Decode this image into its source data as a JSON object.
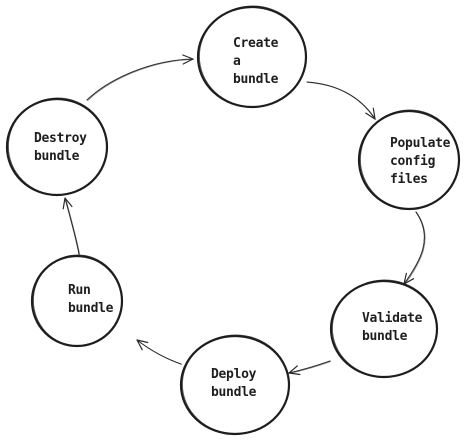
{
  "diagram": {
    "nodes": [
      {
        "id": "create",
        "lines": [
          "Create",
          "a",
          "bundle"
        ]
      },
      {
        "id": "populate",
        "lines": [
          "Populate",
          "config",
          "files"
        ]
      },
      {
        "id": "validate",
        "lines": [
          "Validate",
          "bundle"
        ]
      },
      {
        "id": "deploy",
        "lines": [
          "Deploy",
          "bundle"
        ]
      },
      {
        "id": "run",
        "lines": [
          "Run",
          "bundle"
        ]
      },
      {
        "id": "destroy",
        "lines": [
          "Destroy",
          "bundle"
        ]
      }
    ],
    "edges": [
      {
        "from": "create",
        "to": "populate"
      },
      {
        "from": "populate",
        "to": "validate"
      },
      {
        "from": "validate",
        "to": "deploy"
      },
      {
        "from": "deploy",
        "to": "run"
      },
      {
        "from": "run",
        "to": "destroy"
      },
      {
        "from": "destroy",
        "to": "create"
      }
    ],
    "colors": {
      "stroke": "#1e1e1e",
      "background": "#ffffff"
    }
  }
}
